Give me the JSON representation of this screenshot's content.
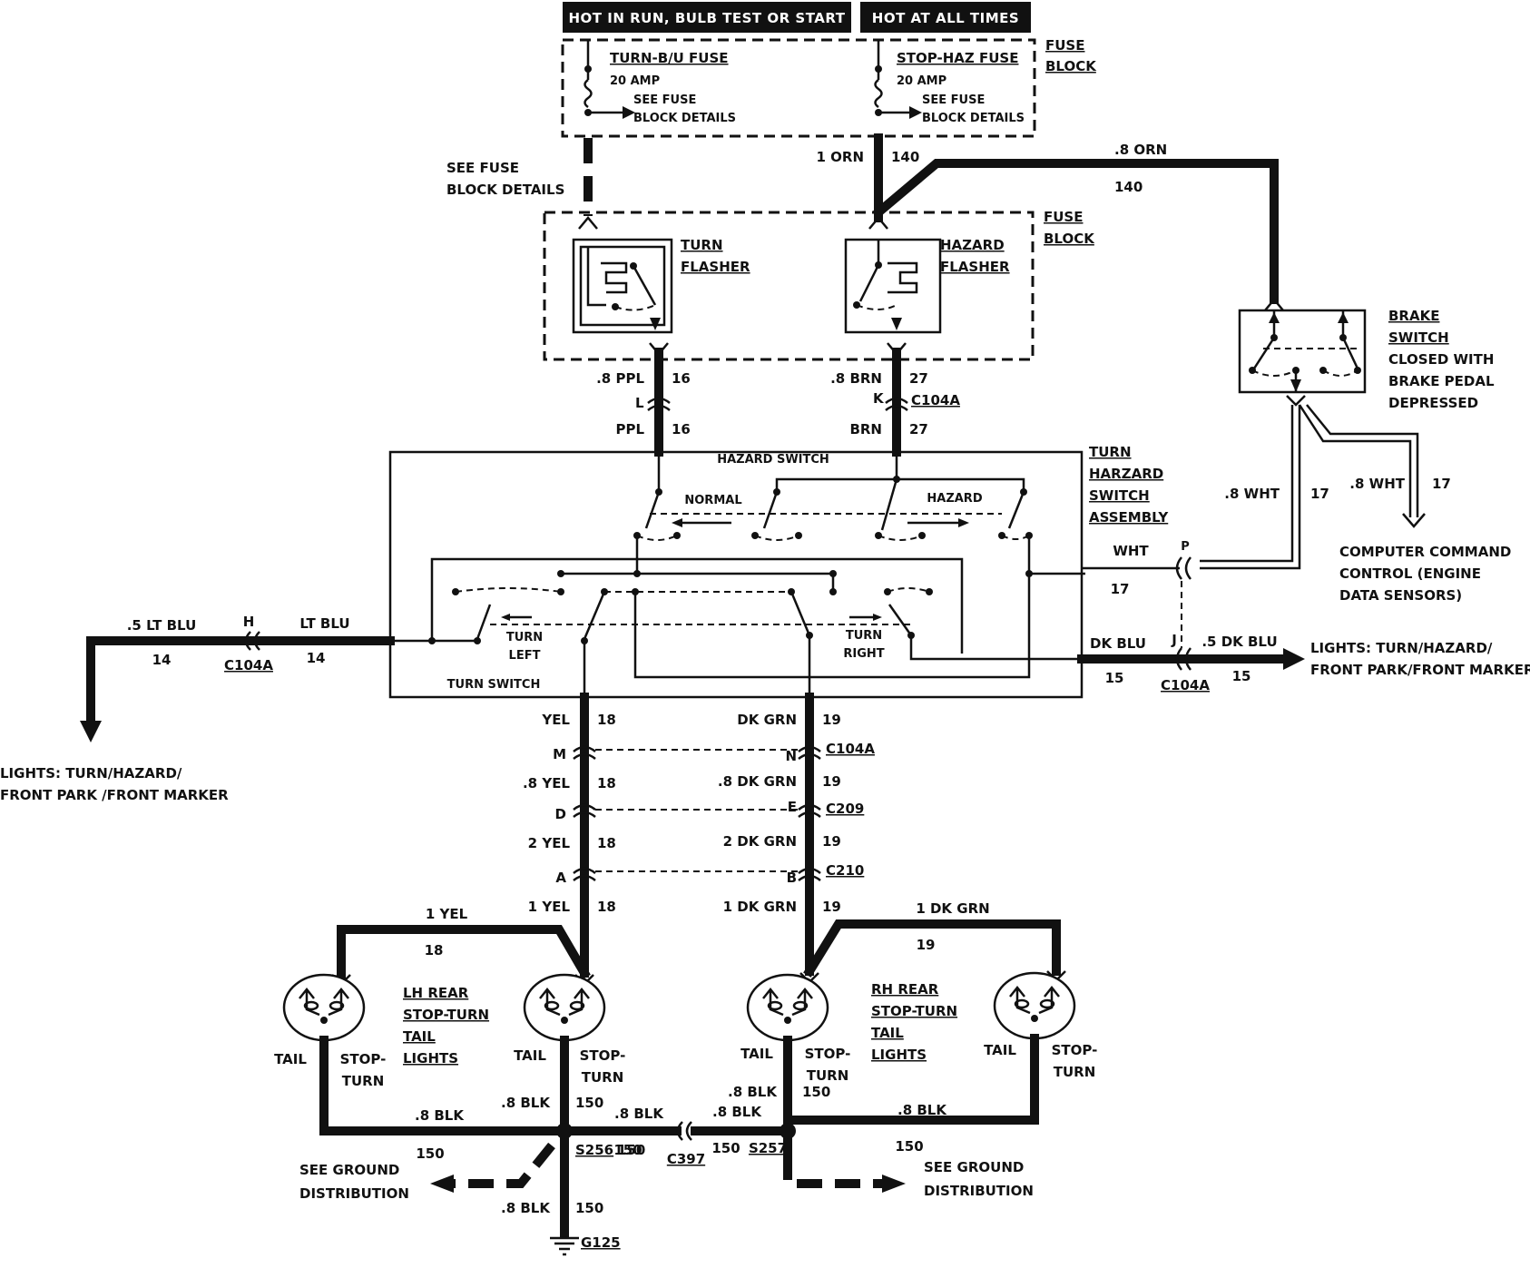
{
  "header": {
    "run_feed": "HOT IN RUN, BULB TEST OR START",
    "all_times_feed": "HOT AT ALL TIMES"
  },
  "fuse_block": {
    "label_line1": "FUSE",
    "label_line2": "BLOCK",
    "turn_bu_fuse": {
      "name": "TURN-B/U FUSE",
      "rating": "20 AMP",
      "note_line1": "SEE FUSE",
      "note_line2": "BLOCK DETAILS"
    },
    "stop_haz_fuse": {
      "name": "STOP-HAZ FUSE",
      "rating": "20 AMP",
      "note_line1": "SEE FUSE",
      "note_line2": "BLOCK DETAILS"
    },
    "see_fuse_line1": "SEE FUSE",
    "see_fuse_line2": "BLOCK DETAILS"
  },
  "flashers": {
    "turn_line1": "TURN",
    "turn_line2": "FLASHER",
    "hazard_line1": "HAZARD",
    "hazard_line2": "FLASHER",
    "block_line1": "FUSE",
    "block_line2": "BLOCK"
  },
  "brake_switch": {
    "line1": "BRAKE",
    "line2": "SWITCH",
    "line3": "CLOSED WITH",
    "line4": "BRAKE PEDAL",
    "line5": "DEPRESSED"
  },
  "computer": {
    "line1": "COMPUTER COMMAND",
    "line2": "CONTROL (ENGINE",
    "line3": "DATA SENSORS)"
  },
  "assembly": {
    "line1": "TURN",
    "line2": "HARZARD",
    "line3": "SWITCH",
    "line4": "ASSEMBLY",
    "hazard_switch": "HAZARD SWITCH",
    "normal": "NORMAL",
    "hazard": "HAZARD",
    "turn_switch": "TURN SWITCH",
    "turn_left_1": "TURN",
    "turn_left_2": "LEFT",
    "turn_right_1": "TURN",
    "turn_right_2": "RIGHT"
  },
  "wires": {
    "orn_1": "1 ORN",
    "orn_140": "140",
    "orn_08": ".8 ORN",
    "orn_08_140": "140",
    "ppl_08": ".8 PPL",
    "ppl_16a": "16",
    "ppl": "PPL",
    "ppl_16b": "16",
    "brn_08": ".8 BRN",
    "brn_27a": "27",
    "brn": "BRN",
    "brn_27b": "27",
    "wht_08a": ".8 WHT",
    "wht_17a": "17",
    "wht_08b": ".8 WHT",
    "wht_17b": "17",
    "wht": "WHT",
    "wht_17c": "17",
    "ltblu_05": ".5 LT BLU",
    "ltblu_14a": "14",
    "ltblu": "LT BLU",
    "ltblu_14b": "14",
    "dkblu": "DK BLU",
    "dkblu_15a": "15",
    "dkblu_05": ".5 DK BLU",
    "dkblu_15b": "15",
    "yel": "YEL",
    "yel_18a": "18",
    "yel_08": ".8 YEL",
    "yel_18b": "18",
    "yel_2": "2 YEL",
    "yel_18c": "18",
    "yel_1": "1 YEL",
    "yel_18d": "18",
    "yel_1b": "1 YEL",
    "yel_18e": "18",
    "dkgrn": "DK GRN",
    "dkgrn_19a": "19",
    "dkgrn_08": ".8 DK GRN",
    "dkgrn_19b": "19",
    "dkgrn_2": "2 DK GRN",
    "dkgrn_19c": "19",
    "dkgrn_1": "1 DK GRN",
    "dkgrn_19d": "19",
    "dkgrn_1b": "1 DK GRN",
    "dkgrn_19e": "19",
    "blk_08a": ".8 BLK",
    "blk_150a": "150",
    "blk_08b": ".8 BLK",
    "blk_150b": "150",
    "blk_08c": ".8 BLK",
    "blk_150c": "150",
    "blk_08d": ".8 BLK",
    "blk_150d": "150",
    "blk_08e": ".8 BLK",
    "blk_150e": "150",
    "blk_08f": ".8 BLK",
    "blk_150f": "150",
    "blk_08g": ".8 BLK",
    "blk_150g": "150",
    "blk_150h": "150"
  },
  "connectors": {
    "L": "L",
    "K": "K",
    "c104a_top": "C104A",
    "H": "H",
    "c104a_left": "C104A",
    "P": "P",
    "J": "J",
    "c104a_right": "C104A",
    "M": "M",
    "N": "N",
    "c104a_mid": "C104A",
    "D": "D",
    "E": "E",
    "c209": "C209",
    "A": "A",
    "B": "B",
    "c210": "C210",
    "c397": "C397",
    "s256": "S256",
    "s257": "S257",
    "g125": "G125"
  },
  "lights": {
    "left_line1": "LIGHTS: TURN/HAZARD/",
    "left_line2": "FRONT PARK /FRONT MARKER",
    "right_line1": "LIGHTS: TURN/HAZARD/",
    "right_line2": "FRONT PARK/FRONT MARKER",
    "lh_line1": "LH REAR",
    "lh_line2": "STOP-TURN",
    "lh_line3": "TAIL",
    "lh_line4": "LIGHTS",
    "rh_line1": "RH REAR",
    "rh_line2": "STOP-TURN",
    "rh_line3": "TAIL",
    "rh_line4": "LIGHTS",
    "tail_1": "TAIL",
    "tail_2": "TAIL",
    "tail_3": "TAIL",
    "tail_4": "TAIL",
    "stop_1a": "STOP-",
    "stop_1b": "TURN",
    "stop_2a": "STOP-",
    "stop_2b": "TURN",
    "stop_3a": "STOP-",
    "stop_3b": "TURN",
    "stop_4a": "STOP-",
    "stop_4b": "TURN"
  },
  "ground": {
    "left_line1": "SEE GROUND",
    "left_line2": "DISTRIBUTION",
    "right_line1": "SEE GROUND",
    "right_line2": "DISTRIBUTION"
  }
}
